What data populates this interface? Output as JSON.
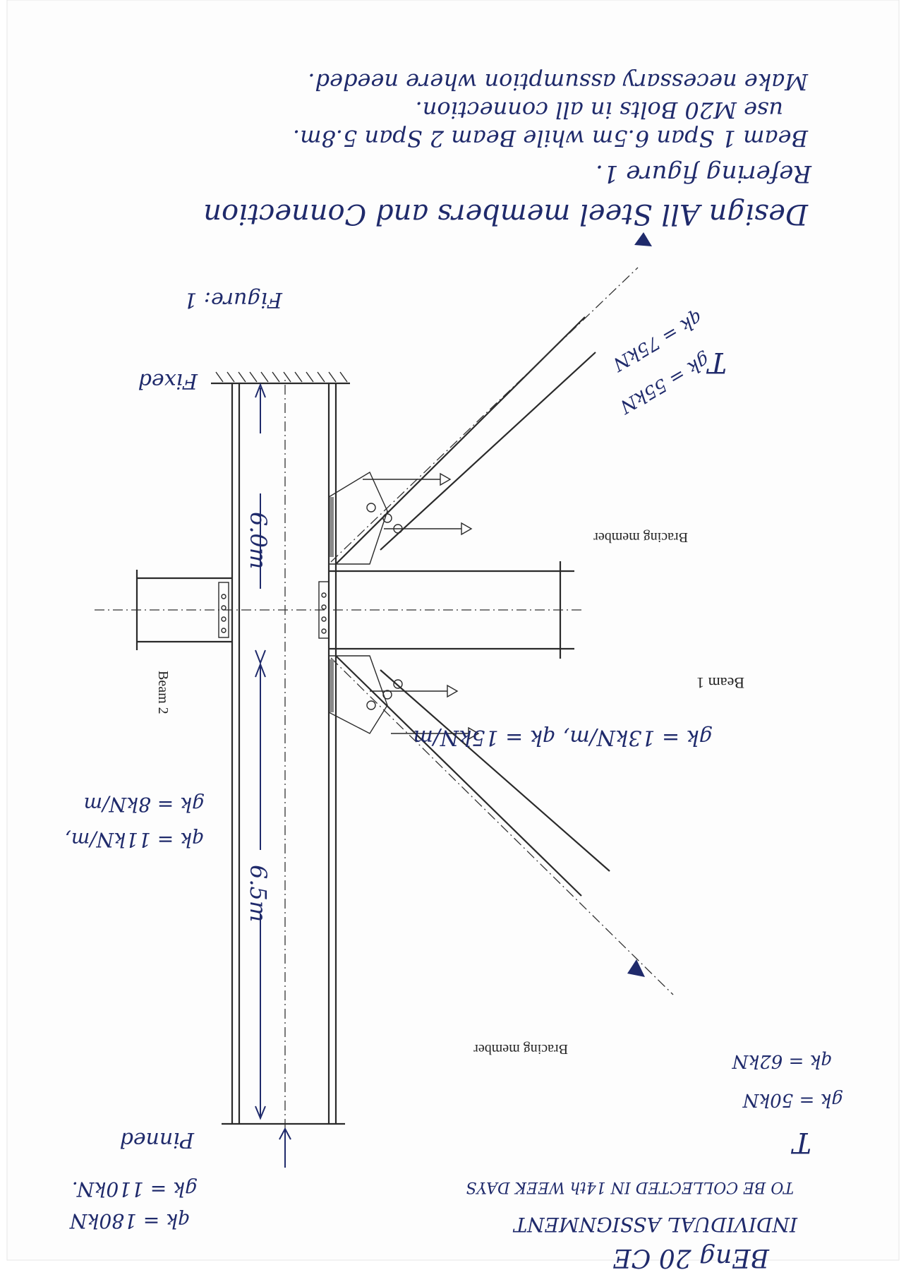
{
  "notes": {
    "line1": "Design All Steel members and Connection",
    "line2": "Refering figure 1.",
    "line3": "Beam 1 Span 6.5m while Beam 2 Span 5.8m.",
    "line4": "use M20 Bolts in all connection.",
    "line5": "Make necessary assumption where needed."
  },
  "figure_caption": "Figure: 1",
  "supports": {
    "top": "Fixed",
    "bottom": "Pinned"
  },
  "dimensions": {
    "upper_column": "6.0m",
    "lower_column": "6.5m"
  },
  "labels": {
    "beam1": "Beam 1",
    "beam2": "Beam 2",
    "bracing_upper": "Bracing member",
    "bracing_lower": "Bracing member"
  },
  "loads": {
    "beam1": "gk = 13kN/m, qk = 15kN/m",
    "beam2_q": "qk = 11kN/m,",
    "beam2_g": "gk = 8kN/m",
    "upper_brace_g": "gk = 55kN",
    "upper_brace_q": "qk = 75kN",
    "lower_brace_g": "gk = 50kN",
    "lower_brace_q": "qk = 62kN",
    "column_g": "gk = 110kN.",
    "column_q": "qk = 180kN",
    "tension_mark": "T"
  },
  "header": {
    "course": "BEng 20 CE",
    "assignment": "INDIVIDUAL ASSIGNMENT",
    "deadline": "TO BE COLLECTED IN 14th WEEK DAYS"
  }
}
